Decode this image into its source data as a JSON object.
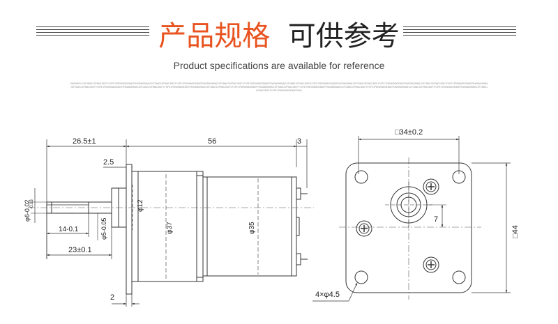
{
  "header": {
    "title_highlight": "产品规格",
    "title_rest": "可供参考",
    "subtitle": "Product specifications are available for reference",
    "fine_print": "DWGHDMLHJOPJDWGJOPOWGJDOPJFOPEJPDEWGWDGEWQEPEWGDWGHDWQJOPJDWGJOPOWGJDOPJFOPEJPDEWGWDGEWQEPEWGDWGHDWQJOPJDWGJOPOWGJDOPJFOPEJPDEWGWDGEWQEPEWGDWGHDWQJOPJDWGJOPOWGJDOPJFOPEJPDEWGWDGEWQEPEWGDWGHDWQJOPJDWGJOPOWGJDOPJFOPEJPDEWGWDGEWQEPEWGDWGHDWQJOPJDWGJOPOWGJDOPJFOPEJPDEWGWDGEWQEPEWGDWGHDWQJOPJDWGJOPOWGJDOPJFOPEJPDEWGWDGEWQEPEWGDWGHDWQJOPJDWGJOPOWGJDOPJFOPEJPDEWGWDGEWQEPEWGDWGHDWQJOPJDWGJOPOWGJDOPJFOPEJPDEWGWDGEWQEPEWGDWGHDWQJOPJDWGJOPOWGJDOPJFOPEJPDEWGWDGEWQEPEWGDWGHDWQJOPJDWGJOPOWGJDOPJFOPEJPDEWGWDGEWQEPEWGDWGHDWQJOPJDWGJOPOWGJDOPJFOPEJPDEWGWDGEWQEPEWGDWGHDWQJOPJDWGJOPOWGJDOPJFOPEJPDEWGWDGEWQEPEWG"
  },
  "colors": {
    "accent": "#e8531f",
    "line": "#333333",
    "dash": "#555555"
  },
  "side_view": {
    "dim_overall_front": "26.5±1",
    "dim_body": "56",
    "dim_rear": "3",
    "dim_flange_step": "2.5",
    "dim_shaft_dia": "φ6-0.02",
    "dim_shaft_tol": "-0.03",
    "dim_boss_dia": "φ12",
    "dim_flat": "14-0.1",
    "dim_flat_dia": "φ5-0.05",
    "dim_shaft_len": "23±0.1",
    "dim_gearbox_dia": "φ37",
    "dim_motor_dia": "φ35",
    "dim_flange_thk": "2"
  },
  "front_view": {
    "dim_top": "□34±0.2",
    "dim_side": "□44",
    "dim_offset": "7",
    "dim_holes": "4×φ4.5"
  }
}
